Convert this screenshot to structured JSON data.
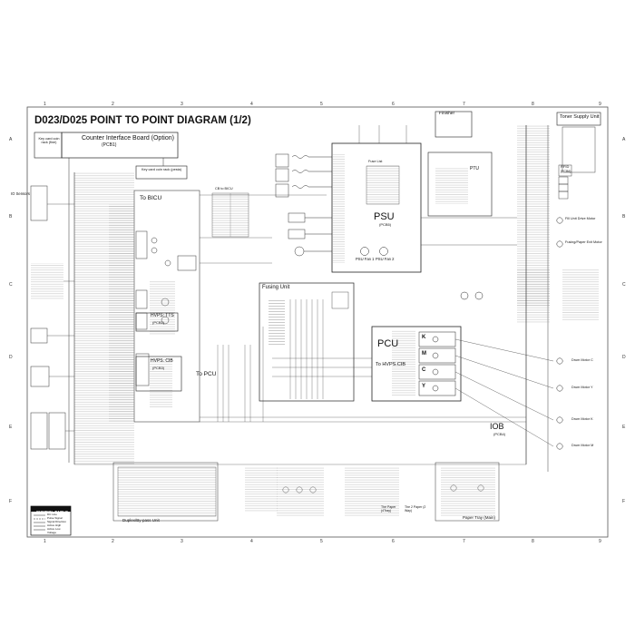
{
  "diagram": {
    "title": "D023/D025 POINT TO POINT DIAGRAM (1/2)",
    "grid": {
      "columns": [
        "1",
        "2",
        "3",
        "4",
        "5",
        "6",
        "7",
        "8",
        "9"
      ],
      "rows": [
        "A",
        "B",
        "C",
        "D",
        "E",
        "F"
      ]
    },
    "boards": {
      "counter_interface": "Counter Interface Board (Option)",
      "counter_interface_id": "(PCB1)",
      "key_card_top": "Key card coin rack (fine)",
      "key_card_bottom": "Key card coin rack (pesta)",
      "psu": "PSU",
      "psu_id": "(PCB5)",
      "pcu": "PCU",
      "pcu_sub": "To HVPS.CIB",
      "iob": "IOB",
      "iob_id": "(PCB4)",
      "hvps_tts": "HVPS: TTS",
      "hvps_tts_id": "(PCB2)",
      "hvps_cib": "HVPS. CIB",
      "hvps_cib_id": "(PCB3)",
      "to_bicu": "To BICU",
      "to_pcu": "To PCU",
      "fusing_unit": "Fusing Unit",
      "finisher": "Finisher",
      "ptu": "PTU",
      "toner_supply": "Toner Supply Unit",
      "rfid": "RFID",
      "rfid_id": "(PCB6)",
      "psu_fan1": "PSU Fan 1",
      "psu_fan2": "PSU Fan 2",
      "fuse_list": "Fuse List",
      "paper_tray": "Paper Tray (Main)",
      "duplex_bypass": "Duplex/By-pass Unit",
      "ib_tray": "The 2 Paper (2 Way)",
      "ib_tray2": "The Paper (4Tray)"
    },
    "motors": {
      "fib_drive": "Fill Unit Drive Motor",
      "fusing_exit": "Fusing/Paper Exit Motor",
      "drum_c": "Drum Motor C",
      "drum_y": "Drum Motor Y",
      "drum_k": "Drum Motor K",
      "drum_m": "Drum Motor M"
    },
    "pcu_blocks": [
      "K",
      "M",
      "C",
      "Y"
    ],
    "side_labels": {
      "io_sensors": "IO Sensors",
      "cb_to_bicu": "CB to BICU"
    },
    "symbol_table": {
      "title": "SYMBOL TABLE",
      "rows": [
        "DC Line",
        "Pulse Signal",
        "Signal Direction",
        "Active High",
        "Active Low",
        "Voltage"
      ]
    }
  }
}
